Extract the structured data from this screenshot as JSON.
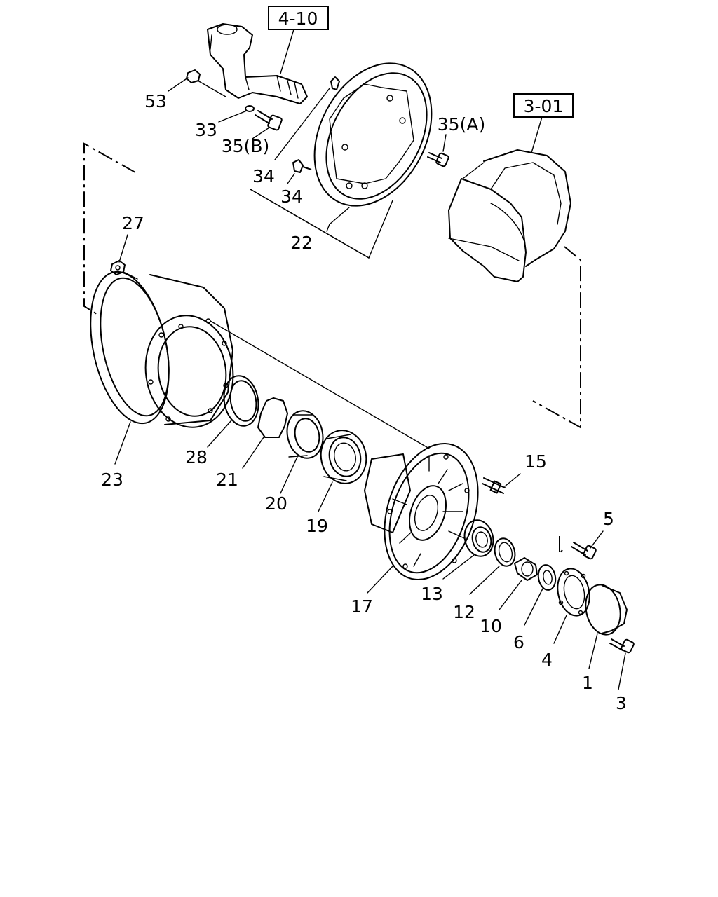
{
  "diagram": {
    "ref_boxes": [
      {
        "id": "ref-4-10",
        "text": "4-10"
      },
      {
        "id": "ref-3-01",
        "text": "3-01"
      }
    ],
    "callouts": {
      "c53": "53",
      "c33": "33",
      "c35b": "35(B)",
      "c35a": "35(A)",
      "c34a": "34",
      "c34b": "34",
      "c22": "22",
      "c27": "27",
      "c23": "23",
      "c28": "28",
      "c21": "21",
      "c20": "20",
      "c19": "19",
      "c17": "17",
      "c15": "15",
      "c13": "13",
      "c12": "12",
      "c10": "10",
      "c6": "6",
      "c5": "5",
      "c4": "4",
      "c1": "1",
      "c3": "3"
    }
  }
}
